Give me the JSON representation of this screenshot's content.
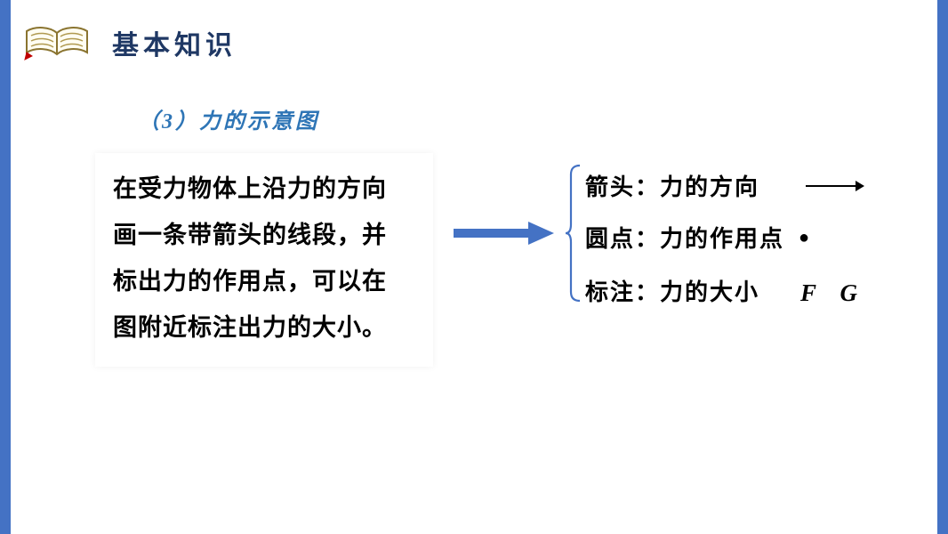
{
  "header": {
    "title": "基本知识"
  },
  "section": {
    "subtitle": "（3）力的示意图"
  },
  "description": {
    "lines": [
      "在受力物体上沿力的方向",
      "画一条带箭头的线段，并",
      "标出力的作用点，可以在",
      "图附近标注出力的大小。"
    ]
  },
  "items": [
    {
      "label": "箭头：力的方向",
      "symbol": "arrow"
    },
    {
      "label": "圆点：力的作用点",
      "symbol": "dot",
      "dot_glyph": "●"
    },
    {
      "label": "标注：力的大小",
      "symbol": "letters",
      "letters": "F　G"
    }
  ],
  "colors": {
    "accent": "#4472C4",
    "title": "#1F3864",
    "subtitle": "#2E75B6",
    "text": "#000000"
  }
}
